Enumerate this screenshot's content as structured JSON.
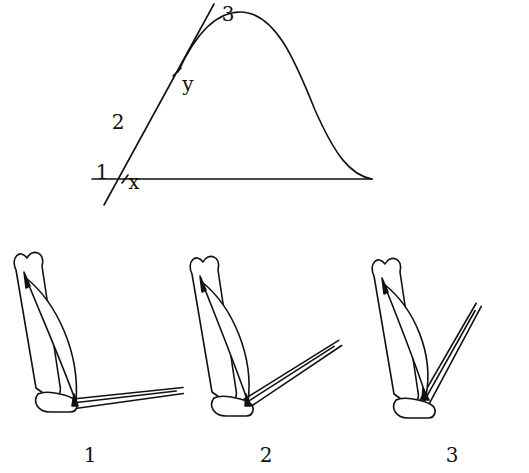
{
  "diagram": {
    "labels": [
      "1",
      "x",
      "2",
      "y",
      "3",
      "1",
      "2",
      "3"
    ]
  }
}
